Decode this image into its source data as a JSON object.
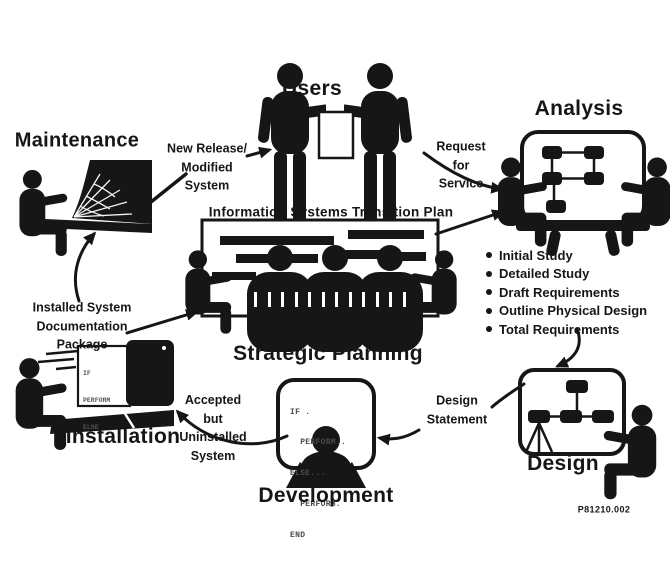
{
  "figure": {
    "id_label": "P81210.002",
    "background": "#ffffff",
    "ink": "#1b1b1b",
    "code_gray": "#4a4a4a"
  },
  "nodes": {
    "users": {
      "label": "Users"
    },
    "maintenance": {
      "label": "Maintenance"
    },
    "analysis": {
      "label": "Analysis",
      "bullets": [
        "Initial Study",
        "Detailed Study",
        "Draft Requirements",
        "Outline Physical Design",
        "Total Requirements"
      ]
    },
    "strategic_planning": {
      "label": "Strategic Planning",
      "board_title": "Information Systems Transition Plan"
    },
    "design": {
      "label": "Design"
    },
    "development": {
      "label": "Development",
      "screen_lines": [
        "IF .",
        "  PERFORM..",
        "ELSE...",
        "  PERFORM.",
        "END"
      ]
    },
    "installation": {
      "label": "Installation",
      "listing_lines": [
        "IF",
        "PERFORM",
        "ELSE"
      ]
    }
  },
  "annotations": {
    "new_release": "New Release/\nModified\nSystem",
    "request_for_service": "Request\nfor\nService",
    "installed_package": "Installed System\nDocumentation\nPackage",
    "design_statement": "Design\nStatement",
    "accepted_uninstalled": "Accepted\nbut\nUninstalled\nSystem"
  }
}
